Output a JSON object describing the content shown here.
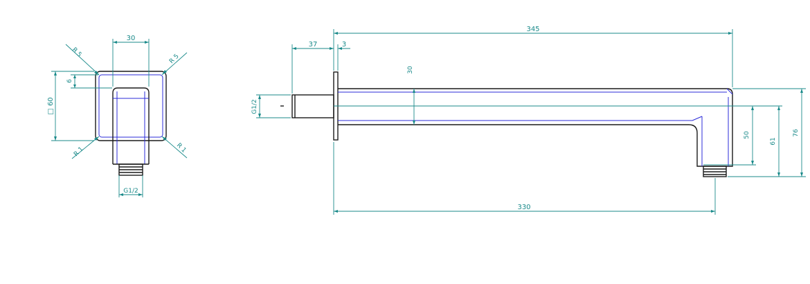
{
  "front_view": {
    "width": "30",
    "square": "□ 60",
    "depth": "6",
    "radius_top_left": "R 5",
    "radius_top_right": "R 5",
    "radius_bottom_left": "R 1",
    "radius_bottom_right": "R 1",
    "thread": "G1/2"
  },
  "side_view": {
    "total_length": "345",
    "flange_offset": "37",
    "flange_thickness": "3",
    "arm_height": "30",
    "inlet_thread": "G1/2",
    "outlet_length": "330",
    "drop_50": "50",
    "drop_61": "61",
    "drop_76": "76"
  },
  "colors": {
    "outline": "#1a1a1a",
    "inner_lines": "#2b2bd8",
    "dimensions": "#1a8a8a"
  }
}
